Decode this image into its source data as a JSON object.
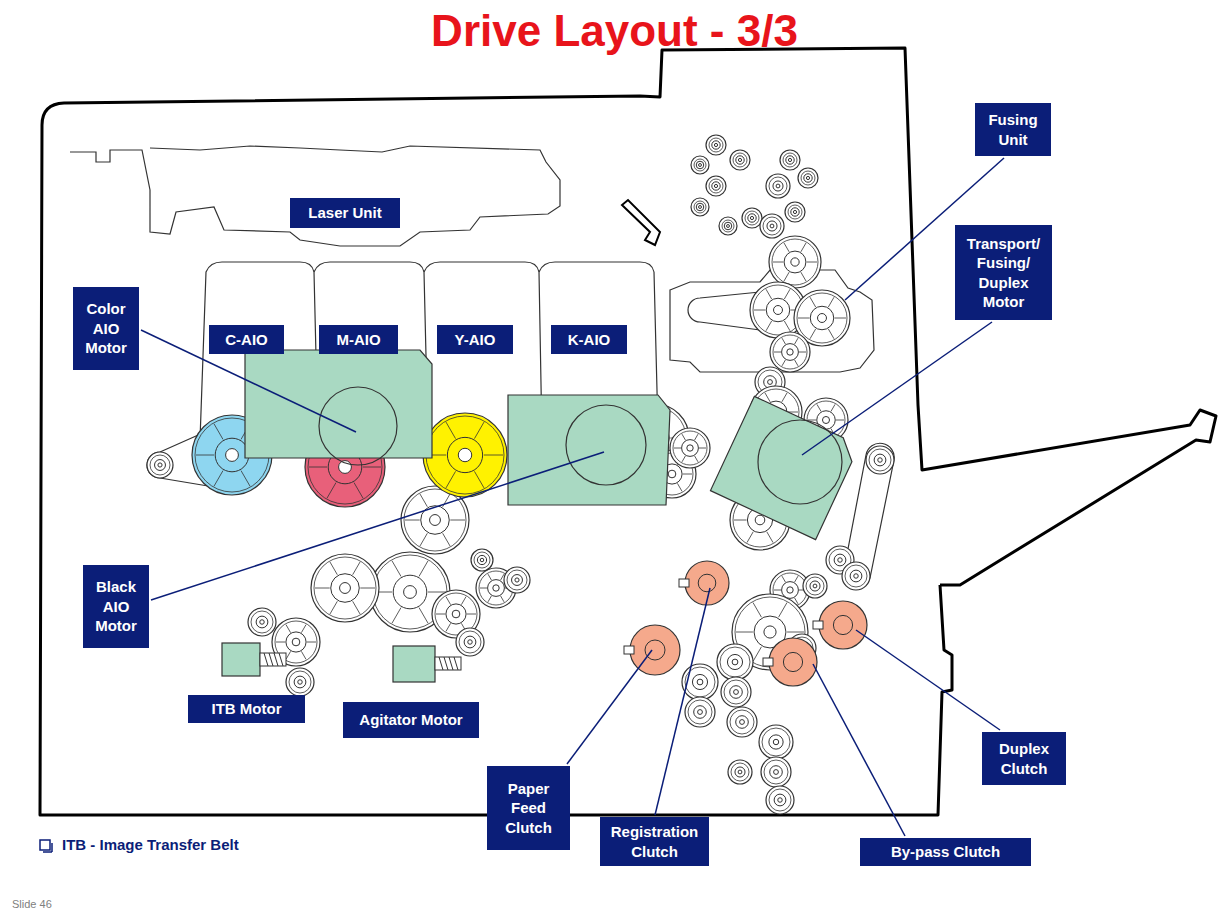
{
  "diagram": {
    "title": "Drive Layout - 3/3",
    "nodes": [
      {
        "text": [
          "Fusing Unit"
        ]
      },
      {
        "text": [
          "Laser Unit"
        ]
      },
      {
        "text": [
          "Transport/ Fusing/ Duplex Motor"
        ]
      },
      {
        "text": [
          "Color AIO Motor"
        ]
      },
      {
        "text": [
          "C-AIO"
        ]
      },
      {
        "text": [
          "M-AIO"
        ]
      },
      {
        "text": [
          "Y-AIO"
        ]
      },
      {
        "text": [
          "K-AIO"
        ]
      },
      {
        "text": [
          "Black AIO Motor"
        ]
      },
      {
        "text": [
          "ITB Motor"
        ]
      },
      {
        "text": [
          "Agitator Motor"
        ]
      },
      {
        "text": [
          "Duplex Clutch"
        ]
      },
      {
        "text": [
          "Paper Feed Clutch"
        ]
      },
      {
        "text": [
          "Registration Clutch"
        ]
      },
      {
        "text": [
          "By-pass Clutch"
        ]
      }
    ],
    "labels": [
      "ITB - Image Transfer Belt",
      "Slide 46"
    ]
  }
}
